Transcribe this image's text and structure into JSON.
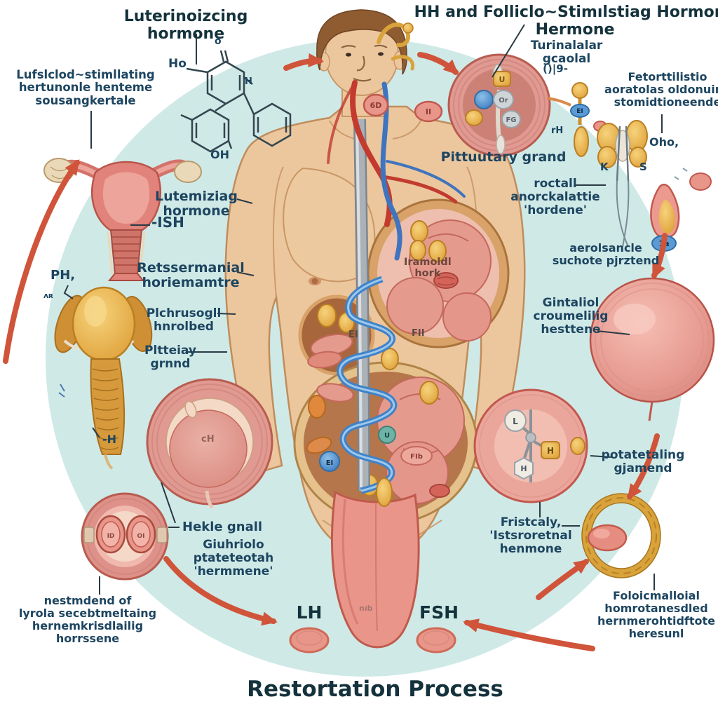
{
  "colors": {
    "bg_circle": "#cfe9e7",
    "arrow": "#d0543a",
    "label": "#1d4560",
    "title": "#14323c",
    "skin": "#ecc79e",
    "pink": "#e8978d",
    "gold": "#e2a84d",
    "blue": "#4a8fd4"
  },
  "titles": {
    "top_left": [
      "Luterinoizcing",
      "hormone"
    ],
    "top_right": [
      "HH and Folliclo~Stimılstiag Hormone",
      "Hermone"
    ],
    "bottom": "Restortation Process"
  },
  "chem": {
    "ho": "Ho",
    "oh": "OH",
    "o": "ö",
    "nh": "H"
  },
  "labels": {
    "luf": [
      "Lufslclod~stimllating",
      "hertunonle henteme",
      "sousangkertale"
    ],
    "lutemiziag": [
      "Lutemiziag",
      "hormone"
    ],
    "ish": "-ISH",
    "retssermanial": [
      "Retssermanial",
      "horiemamtre"
    ],
    "ph": "PH,",
    "nr": "ʌʀ",
    "plchrusogll": [
      "Plchrusogll",
      "hnrolbed"
    ],
    "pltteiay": [
      "Pltteiay",
      "grnnd"
    ],
    "h": "-H",
    "hekle": "Hekle gnall",
    "giuhriolo": [
      "Giuhriolo",
      "ptateteotah",
      "'hermmene'"
    ],
    "nestmdend": [
      "nestmdend of",
      "lyrola secebtmeltaing",
      "hernemkrisdlailig",
      "horrssene"
    ],
    "lh": "LH",
    "fsh": "FSH",
    "turinalalar": [
      "Turinalalar",
      "gcaolal"
    ],
    "paren": "()|9-",
    "fetorttilistio": [
      "Fetorttilistio",
      "aoratolas oldonuine",
      "stomidtioneende"
    ],
    "oho": "Oho,",
    "k": "K",
    "s": "S",
    "rh": "rH",
    "pittuutary": "Pittuutary grand",
    "roctall": [
      "roctall",
      "anorckalattie",
      "'hordene'"
    ],
    "aerolsancle": [
      "aerolsancle",
      "suchote pjrztend"
    ],
    "gintaliol": [
      "Gintaliol",
      "croumelilig",
      "hesttene"
    ],
    "potatetaling": [
      "potatetaling",
      "gjamend"
    ],
    "fristcaly": [
      "Fristcaly,",
      "'Istsroretnal",
      "henmone"
    ],
    "foloicmalloial": [
      "Foloicmalloial",
      "homrotanesdled",
      "hernmerohtidftote",
      "heresunl"
    ],
    "iramoldl": [
      "Iramoldl",
      "hork"
    ],
    "ch": "cH",
    "ei_stamp": "EI",
    "fii_stamp": "FII",
    "nib": "nıb"
  },
  "badges": {
    "pit_u": "U",
    "pit_or": "Or",
    "pit_fg": "FG",
    "neck_left": "6D",
    "neck_right": "II",
    "lolli_ei": "EI",
    "drop_1a": "1a",
    "mol_l": "L",
    "mol_h1": "H",
    "mol_h2": "H",
    "abd_ei": "EI",
    "abd_u": "U",
    "abd_fib": "FIb",
    "cell_id": "ID",
    "cell_oi": "OI"
  }
}
